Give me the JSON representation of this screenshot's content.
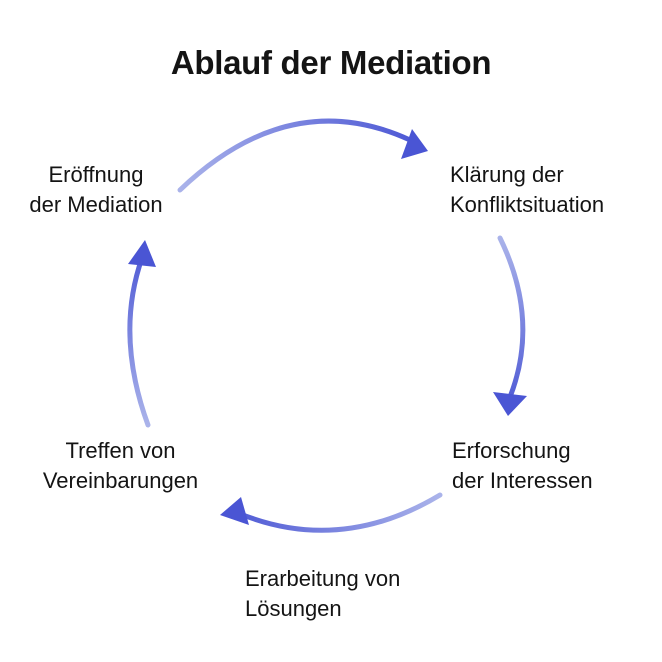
{
  "title": "Ablauf der Mediation",
  "colors": {
    "arrow_start": "#aab3ea",
    "arrow_end": "#4a55d4",
    "text": "#141414",
    "background": "#ffffff"
  },
  "steps": [
    {
      "line1": "Eröffnung",
      "line2": "der Mediation"
    },
    {
      "line1": "Klärung der",
      "line2": "Konfliktsituation"
    },
    {
      "line1": "Erforschung",
      "line2": "der Interessen"
    },
    {
      "line1": "Erarbeitung von",
      "line2": "Lösungen"
    },
    {
      "line1": "Treffen von",
      "line2": "Vereinbarungen"
    }
  ],
  "arrows": [
    {
      "from": "Eröffnung der Mediation",
      "to": "Klärung der Konfliktsituation"
    },
    {
      "from": "Klärung der Konfliktsituation",
      "to": "Erforschung der Interessen"
    },
    {
      "from": "Erforschung der Interessen",
      "to": "Erarbeitung von Lösungen"
    },
    {
      "from": "Treffen von Vereinbarungen",
      "to": "Eröffnung der Mediation"
    }
  ]
}
